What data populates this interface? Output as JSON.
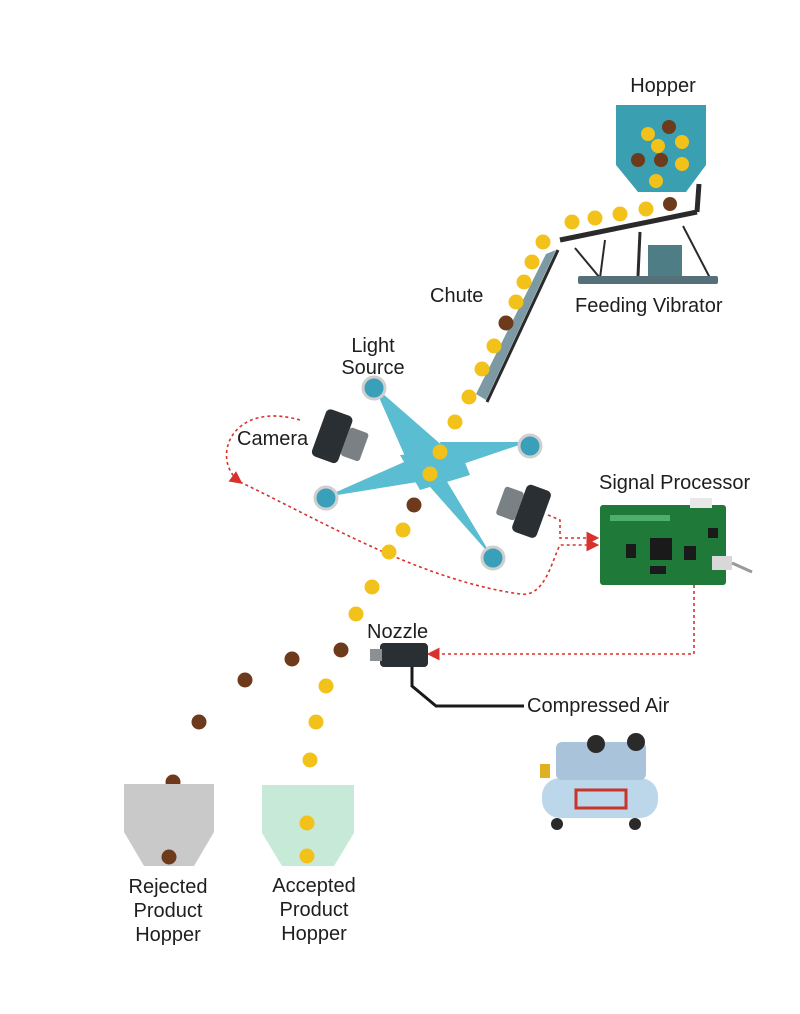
{
  "labels": {
    "hopper": "Hopper",
    "feeding_vibrator": "Feeding Vibrator",
    "chute": "Chute",
    "light_source_line1": "Light",
    "light_source_line2": "Source",
    "camera": "Camera",
    "signal_processor": "Signal Processor",
    "nozzle": "Nozzle",
    "compressed_air": "Compressed Air",
    "rejected_line1": "Rejected",
    "rejected_line2": "Product",
    "rejected_line3": "Hopper",
    "accepted_line1": "Accepted",
    "accepted_line2": "Product",
    "accepted_line3": "Hopper"
  },
  "colors": {
    "good_product": "#f2c21a",
    "bad_product": "#6e3a1c",
    "hopper_fill": "#3a9fb0",
    "light_beam": "#36afc8",
    "signal_line": "#d8322c",
    "pcb": "#1f7a3a",
    "rejected_hopper": "#c9c9c9",
    "accepted_hopper": "#c7ead8"
  }
}
